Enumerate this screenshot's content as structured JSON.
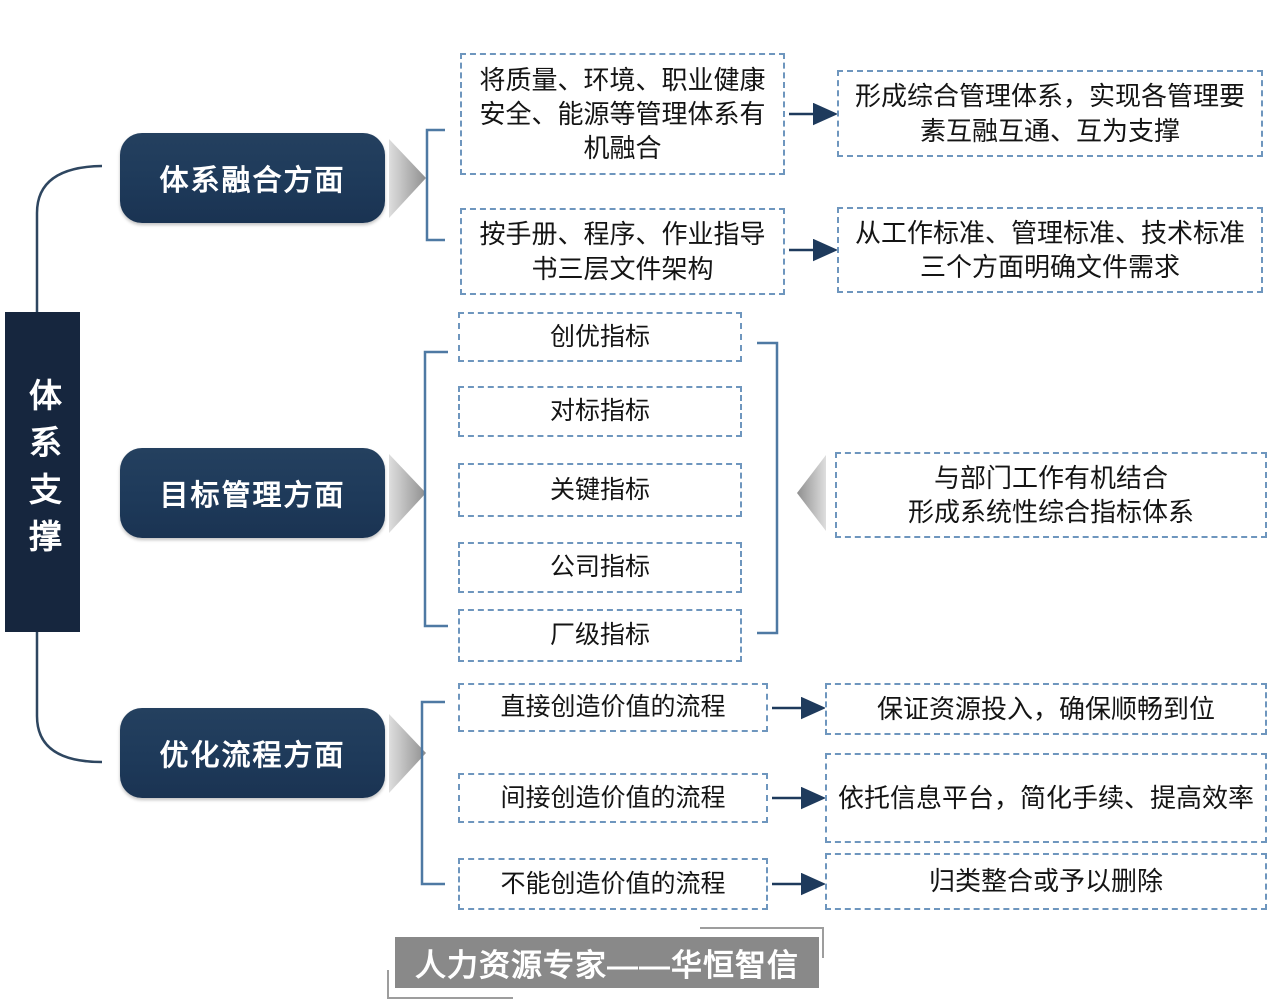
{
  "root": {
    "label": "体系支撑"
  },
  "sections": {
    "fusion": {
      "label": "体系融合方面",
      "items": [
        {
          "text": "将质量、环境、职业健康安全、能源等管理体系有机融合",
          "result": "形成综合管理体系，实现各管理要素互融互通、互为支撑"
        },
        {
          "text": "按手册、程序、作业指导书三层文件架构",
          "result": "从工作标准、管理标准、技术标准三个方面明确文件需求"
        }
      ]
    },
    "target": {
      "label": "目标管理方面",
      "indicators": [
        "创优指标",
        "对标指标",
        "关键指标",
        "公司指标",
        "厂级指标"
      ],
      "result_line1": "与部门工作有机结合",
      "result_line2": "形成系统性综合指标体系"
    },
    "process": {
      "label": "优化流程方面",
      "items": [
        {
          "text": "直接创造价值的流程",
          "result": "保证资源投入，确保顺畅到位"
        },
        {
          "text": "间接创造价值的流程",
          "result": "依托信息平台，简化手续、提高效率"
        },
        {
          "text": "不能创造价值的流程",
          "result": "归类整合或予以删除"
        }
      ]
    }
  },
  "footer": {
    "brand": "人力资源专家——华恒智信"
  },
  "colors": {
    "navy_box": "#1e3a5a",
    "root_box": "#16263e",
    "dashed_border": "#6e96be",
    "connector": "#2e4660",
    "bracket": "#4e79a3",
    "arrow": "#1e3a5c",
    "chevron_light": "#dadada",
    "chevron_dark": "#8f8f8f",
    "footer_bg": "#898989"
  }
}
